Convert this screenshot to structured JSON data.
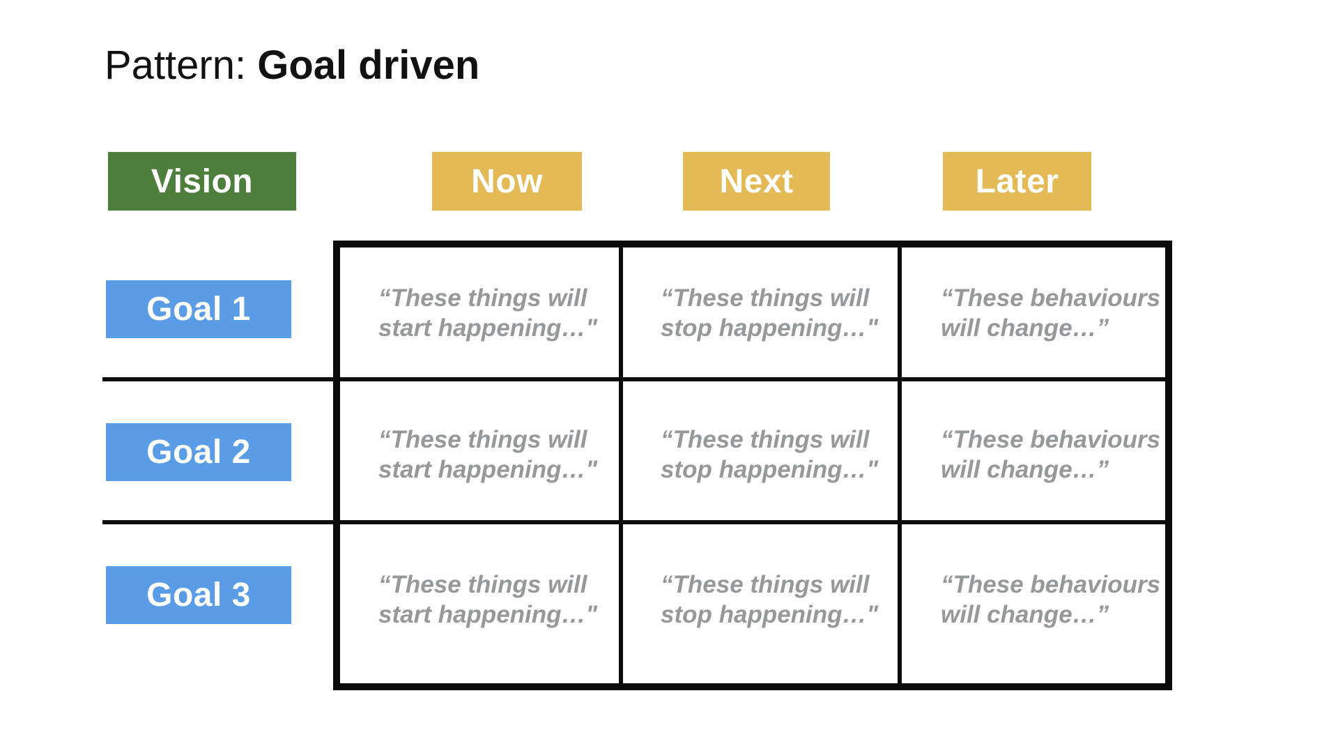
{
  "title": {
    "prefix": "Pattern: ",
    "emphasis": "Goal driven"
  },
  "header": {
    "vision_label": "Vision",
    "columns": [
      "Now",
      "Next",
      "Later"
    ]
  },
  "rows": [
    {
      "goal": "Goal 1",
      "cells": [
        "“These things will\nstart happening…\"",
        "“These things will\nstop happening…\"",
        "“These behaviours\nwill change…”"
      ]
    },
    {
      "goal": "Goal 2",
      "cells": [
        "“These things will\nstart happening…\"",
        "“These things will\nstop happening…\"",
        "“These behaviours\nwill change…”"
      ]
    },
    {
      "goal": "Goal 3",
      "cells": [
        "“These things will\nstart happening…\"",
        "“These things will\nstop happening…\"",
        "“These behaviours\nwill change…”"
      ]
    }
  ],
  "colors": {
    "vision_green": "#4e7e3c",
    "timeline_gold": "#e3ba55",
    "goal_blue": "#5b9ce6",
    "cell_text_gray": "#97989a",
    "grid_black": "#0b0b0b"
  }
}
